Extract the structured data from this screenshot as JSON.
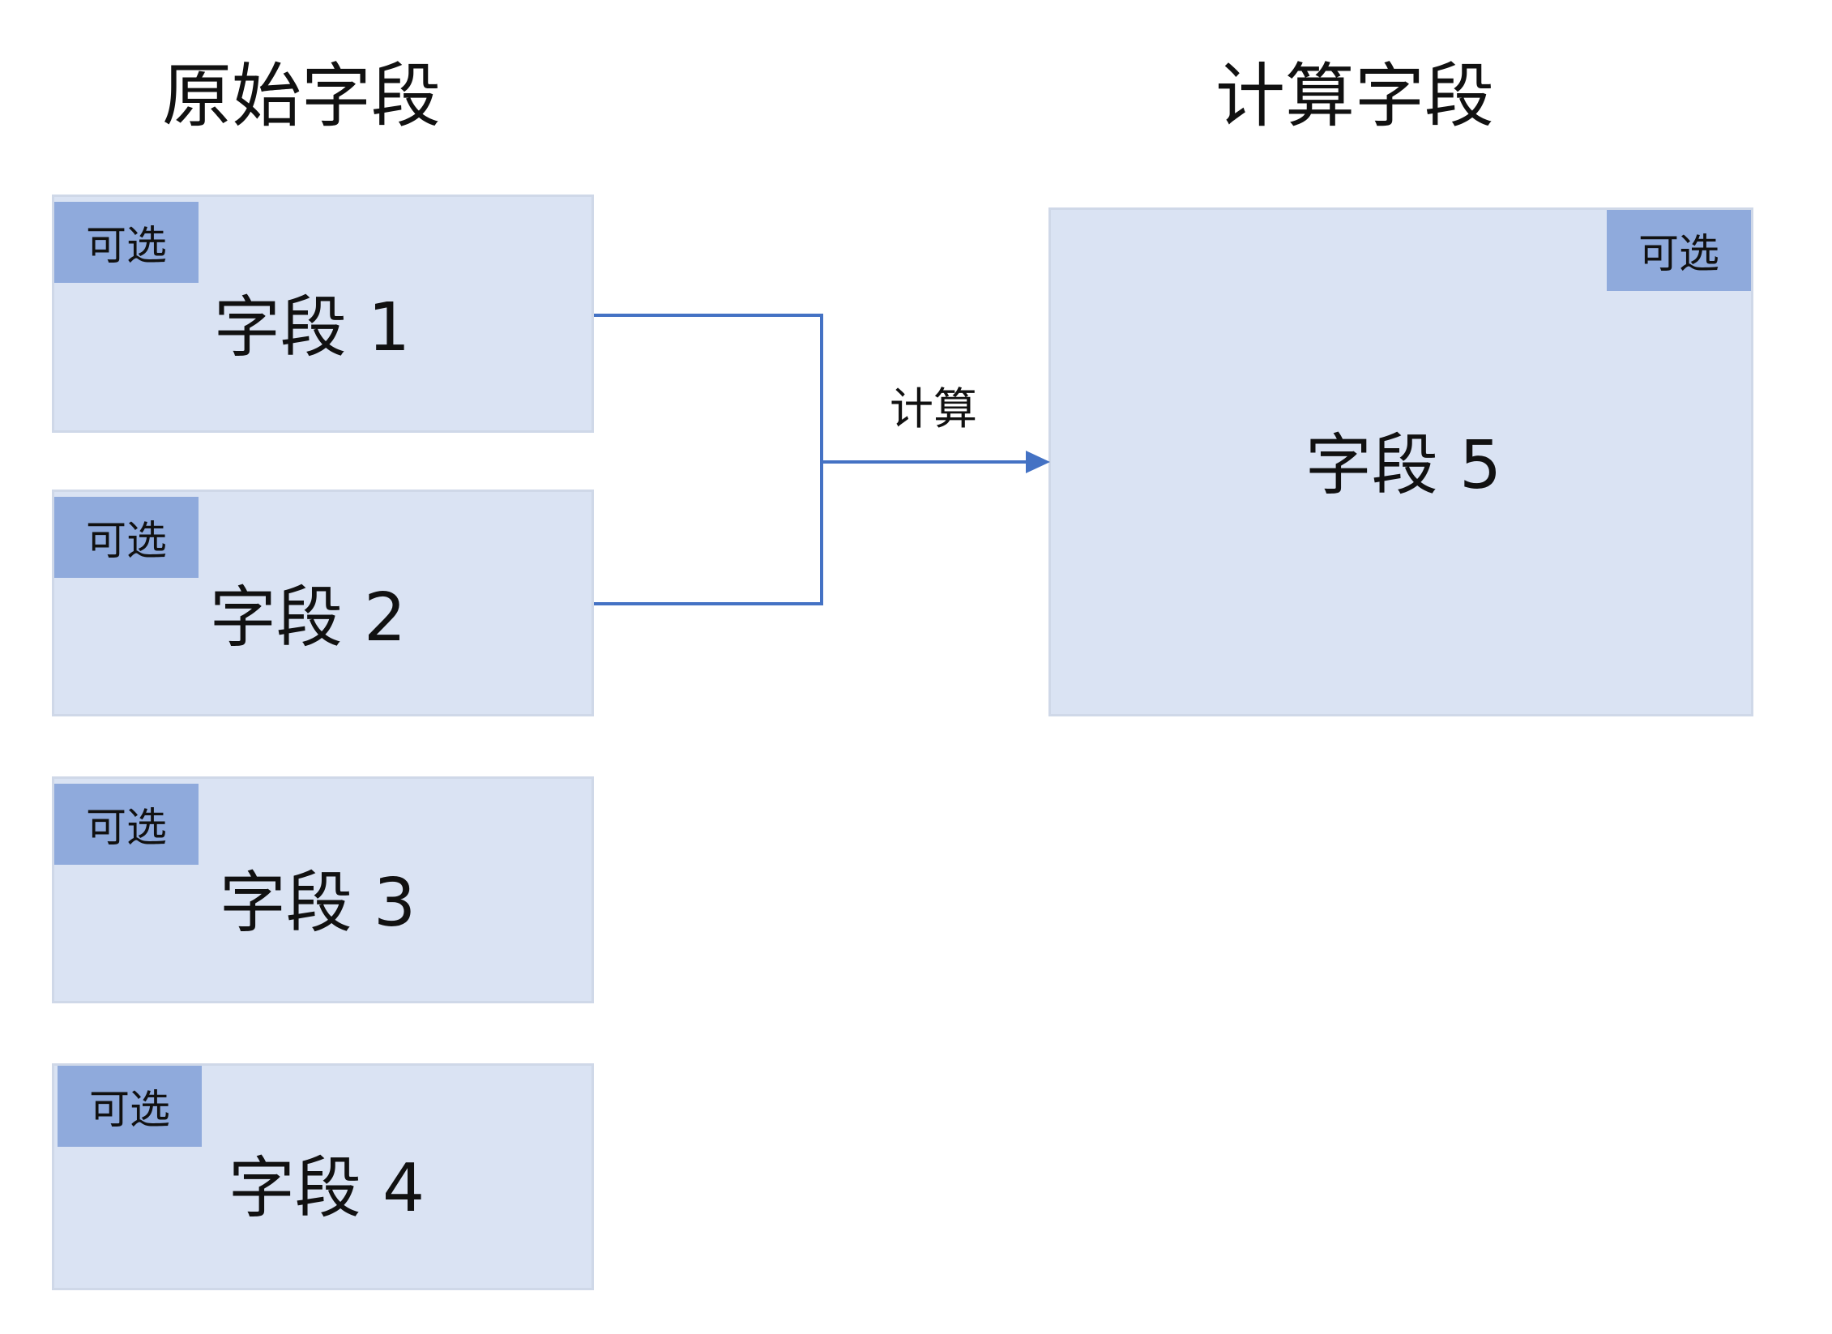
{
  "headings": {
    "original": "原始字段",
    "computed": "计算字段"
  },
  "optional_tag": "可选",
  "fields": [
    {
      "label": "字段 1",
      "optional": "可选"
    },
    {
      "label": "字段 2",
      "optional": "可选"
    },
    {
      "label": "字段 3",
      "optional": "可选"
    },
    {
      "label": "字段 4",
      "optional": "可选"
    }
  ],
  "computed_field": {
    "label": "字段 5",
    "optional": "可选"
  },
  "edge": {
    "label": "计算",
    "from": [
      "字段 1",
      "字段 2"
    ],
    "to": "字段 5"
  },
  "colors": {
    "box_fill": "#dae3f3",
    "tag_fill": "#8faadc",
    "connector": "#4472c4"
  }
}
